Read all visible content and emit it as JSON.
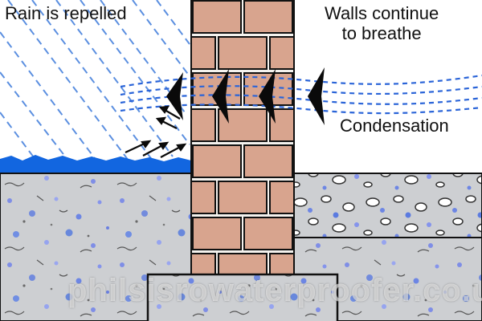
{
  "labels": {
    "rain": "Rain is repelled",
    "walls_line1": "Walls continue",
    "walls_line2": "to breathe",
    "condensation": "Condensation"
  },
  "watermark": "philsisrowaterproofer.co.uk",
  "colors": {
    "brick": "#d8a48e",
    "mortar": "#f4f2ee",
    "outline": "#111111",
    "rain": "#5b8fe0",
    "water": "#1266e0",
    "vapour": "#2a64d8",
    "concrete": "#cdcfd2"
  }
}
